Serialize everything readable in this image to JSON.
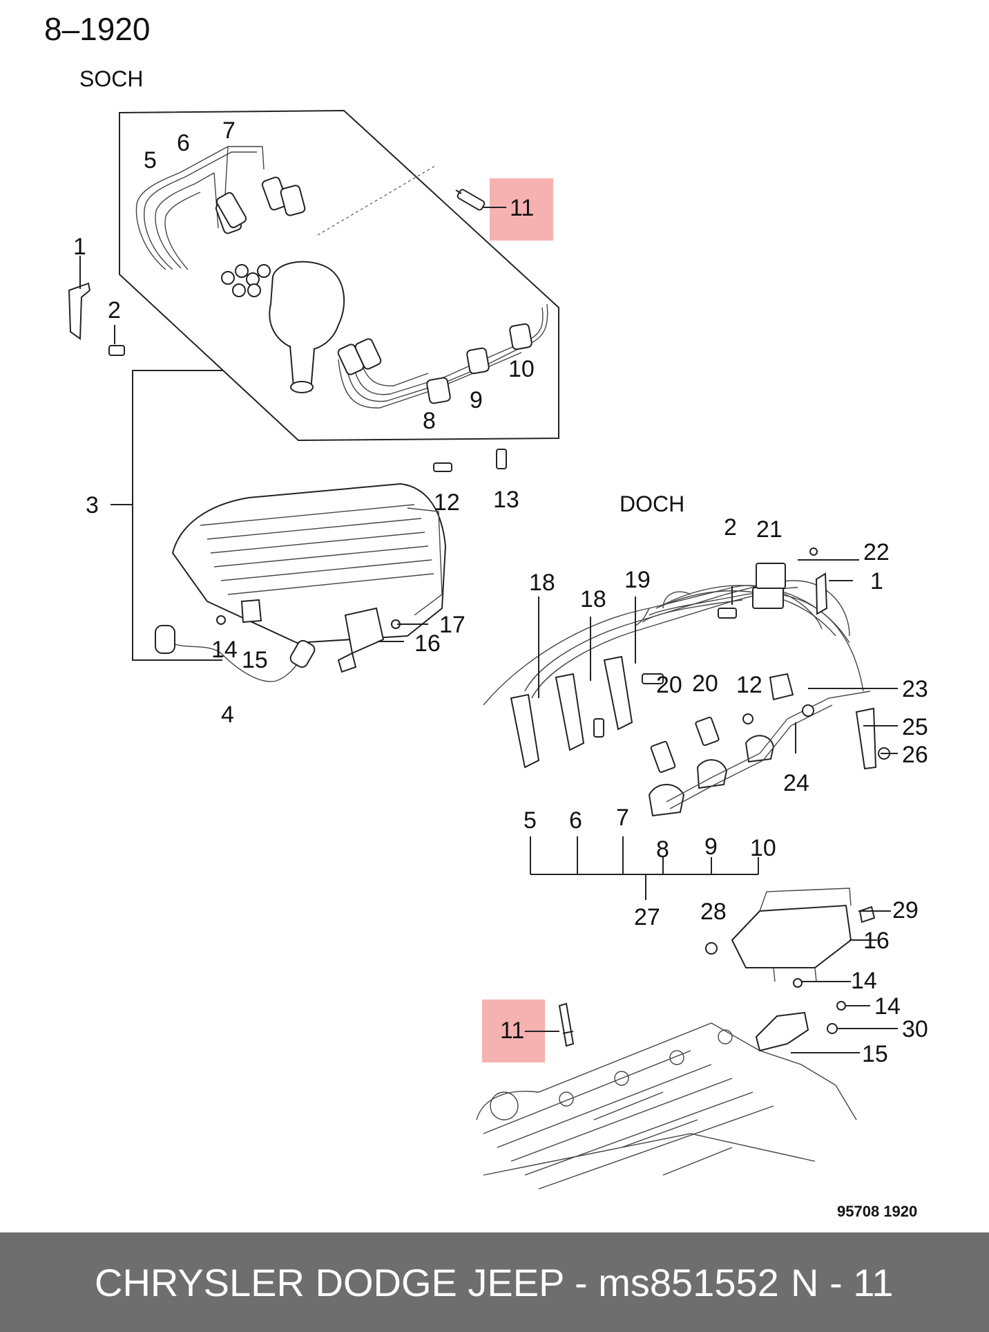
{
  "header": {
    "diagram_code": "8–1920"
  },
  "sections": {
    "soch": "SOCH",
    "doch": "DOCH"
  },
  "highlight_color": "#f4a3a3",
  "callouts": {
    "s1": "1",
    "s2": "2",
    "s3": "3",
    "s4": "4",
    "s5": "5",
    "s6": "6",
    "s7": "7",
    "s8": "8",
    "s9": "9",
    "s10": "10",
    "s11": "11",
    "s12": "12",
    "s13": "13",
    "s14": "14",
    "s15": "15",
    "s16": "16",
    "s17": "17",
    "d2": "2",
    "d21": "21",
    "d22": "22",
    "d1": "1",
    "d18a": "18",
    "d18b": "18",
    "d19": "19",
    "d20a": "20",
    "d20b": "20",
    "d12": "12",
    "d23": "23",
    "d25": "25",
    "d26": "26",
    "d24": "24",
    "d5": "5",
    "d6": "6",
    "d7": "7",
    "d8": "8",
    "d9": "9",
    "d10": "10",
    "d27": "27",
    "d28": "28",
    "d29": "29",
    "d16": "16",
    "d14a": "14",
    "d14b": "14",
    "d30": "30",
    "d15": "15",
    "d11": "11"
  },
  "reference_code": "95708  1920",
  "footer": {
    "brand_part": "CHRYSLER DODGE JEEP - ms851552",
    "item": "N - 11"
  }
}
